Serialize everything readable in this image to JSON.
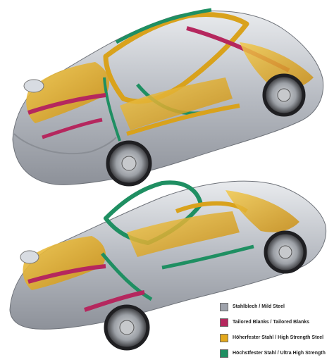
{
  "legend": [
    {
      "label": "Stahlblech / Mild Steel",
      "color": "#9ea2ab"
    },
    {
      "label": "Tailored Blanks / Tailored Blanks",
      "color": "#b5275e"
    },
    {
      "label": "Höherfester Stahl / High Strength Steel",
      "color": "#e3a81c"
    },
    {
      "label": "Höchstfester Stahl / Ultra High Strength",
      "color": "#1f8f62"
    }
  ],
  "material_colors": {
    "mild_steel": "#9ea2ab",
    "tailored_blanks": "#b5275e",
    "high_strength": "#e3a81c",
    "ultra_high_strength": "#1f8f62"
  },
  "views": [
    {
      "name": "coupe-body-structure"
    },
    {
      "name": "cabriolet-body-structure"
    }
  ]
}
